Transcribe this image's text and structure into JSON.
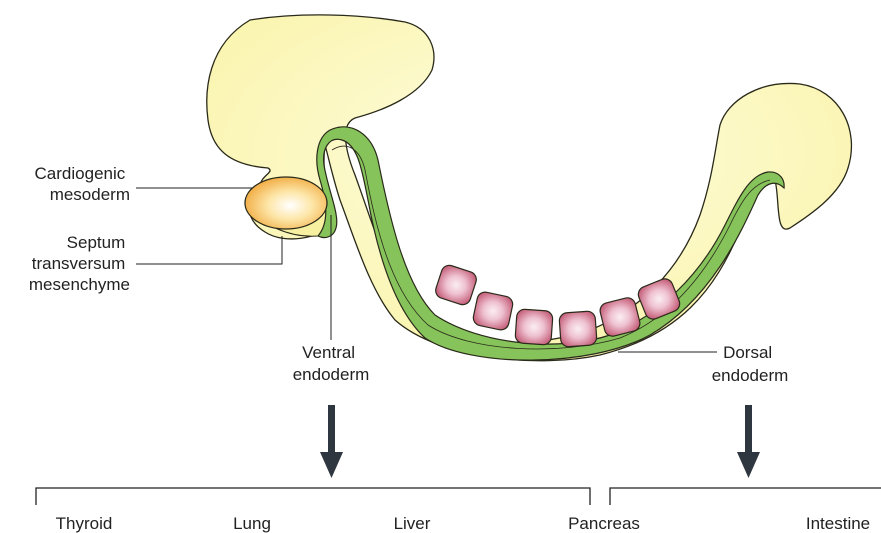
{
  "labels": {
    "cardiogenic_line1": "Cardiogenic",
    "cardiogenic_line2": "mesoderm",
    "septum_line1": "Septum",
    "septum_line2": "transversum",
    "septum_line3": "mesenchyme",
    "ventral_line1": "Ventral",
    "ventral_line2": "endoderm",
    "dorsal_line1": "Dorsal",
    "dorsal_line2": "endoderm"
  },
  "organs": {
    "thyroid": "Thyroid",
    "lung": "Lung",
    "liver": "Liver",
    "pancreas": "Pancreas",
    "intestine": "Intestine"
  },
  "colors": {
    "embryo_fill": "#fbf7b8",
    "embryo_stroke": "#2a2a1a",
    "endoderm_green": "#86c35a",
    "somite_fill": "#c45c78",
    "somite_highlight": "#f6e3ea",
    "cardiac_orange": "#f0a73a",
    "arrow": "#2e3640"
  }
}
